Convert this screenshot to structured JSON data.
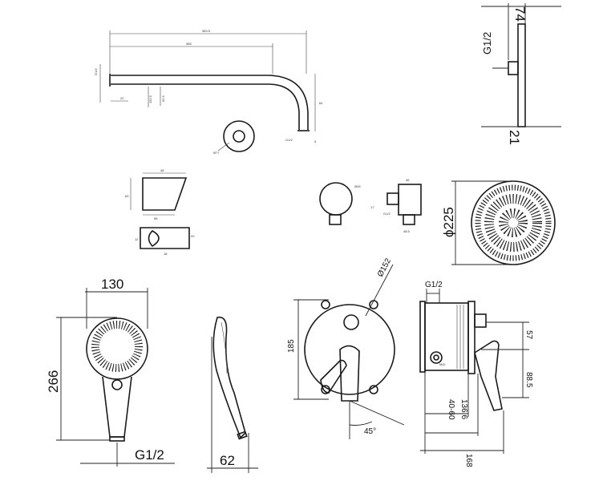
{
  "dimensions": {
    "head_depth": "74",
    "head_thread": "G1/2",
    "head_wall": "21",
    "head_diameter": "ϕ225",
    "handshower_width": "130",
    "handshower_height": "266",
    "handshower_thread": "G1/2",
    "handshower_side_width": "62",
    "plate_diameter": "Ø152",
    "plate_height": "185",
    "lever_angle": "45°",
    "valve_thread": "G1/2",
    "valve_57": "57",
    "valve_88_5": "88.5",
    "valve_depth_range": "40-60",
    "valve_136_6": "136.6",
    "valve_168": "168"
  },
  "arm_labels": [
    "383.5",
    "385",
    "G1/2",
    "22",
    "132.5",
    "62.5",
    "64",
    "5",
    "Ø77",
    "G1/2"
  ],
  "holder_labels": [
    "48",
    "60",
    "58",
    "12",
    "20",
    "18"
  ],
  "elbow_labels": [
    "Ø45",
    "17",
    "46",
    "G1/2",
    "48.5"
  ],
  "valve_labels": [
    "MID"
  ]
}
